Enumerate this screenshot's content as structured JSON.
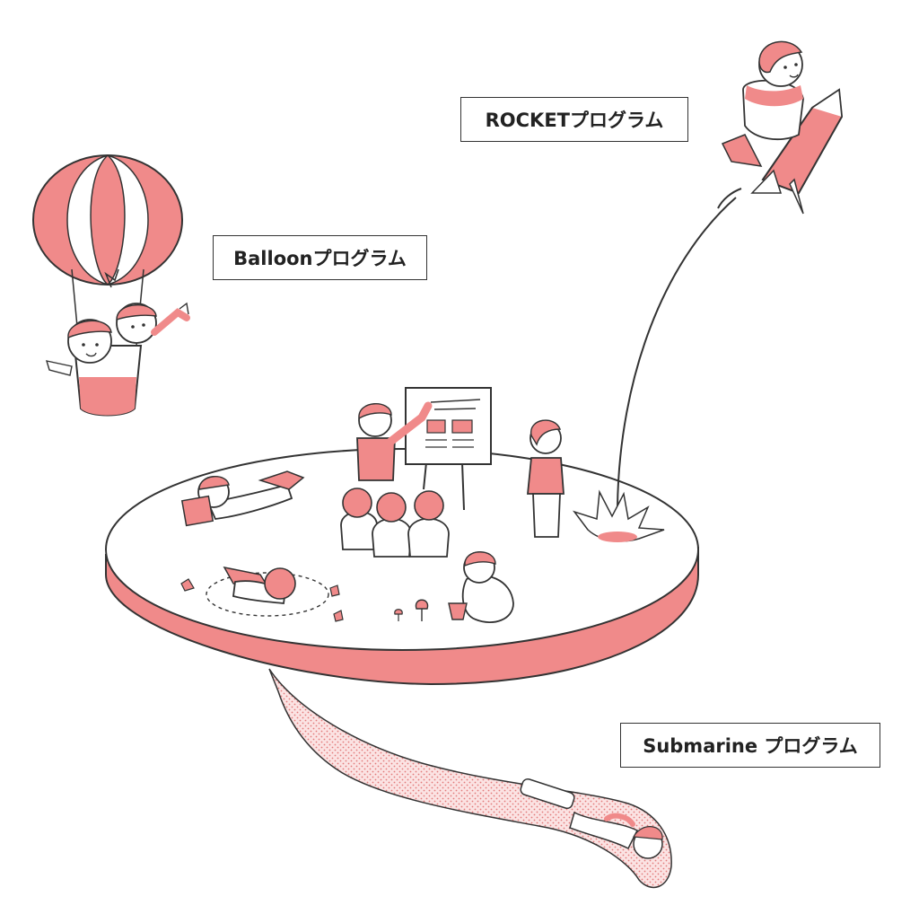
{
  "labels": {
    "rocket": "ROCKETプログラム",
    "balloon": "Balloonプログラム",
    "submarine": "Submarine プログラム"
  },
  "colors": {
    "accent_pink": "#f08a8a",
    "ink": "#333333",
    "paper": "#ffffff"
  },
  "icons": {
    "balloon": "hot-air-balloon-icon",
    "rocket": "rocket-icon",
    "island": "floating-island-icon",
    "tunnel": "submarine-tunnel-icon",
    "board": "presentation-board-icon"
  }
}
